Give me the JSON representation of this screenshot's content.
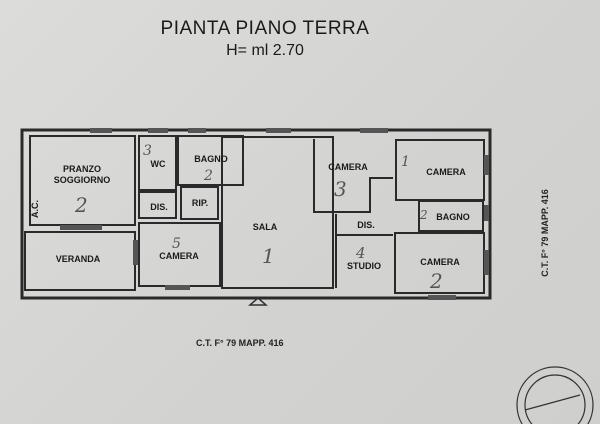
{
  "title": "PIANTA PIANO TERRA",
  "height_note": "H= ml 2.70",
  "cadastre": "C.T. F° 79 MAPP. 416",
  "rooms": [
    {
      "label": "PRANZO",
      "label2": "SOGGIORNO",
      "mark": "2"
    },
    {
      "label": "VERANDA"
    },
    {
      "label": "WC",
      "mark": "3"
    },
    {
      "label": "BAGNO",
      "mark": "2"
    },
    {
      "label": "DIS."
    },
    {
      "label": "RIP."
    },
    {
      "label": "CAMERA",
      "mark": "5"
    },
    {
      "label": "SALA",
      "mark": "1"
    },
    {
      "label": "CAMERA",
      "mark": "3"
    },
    {
      "label": "DIS."
    },
    {
      "label": "STUDIO",
      "mark": "4"
    },
    {
      "label": "CAMERA",
      "mark": "1"
    },
    {
      "label": "BAGNO",
      "mark": "2"
    },
    {
      "label": "CAMERA",
      "mark": "2"
    }
  ],
  "ac_label": "A.C."
}
